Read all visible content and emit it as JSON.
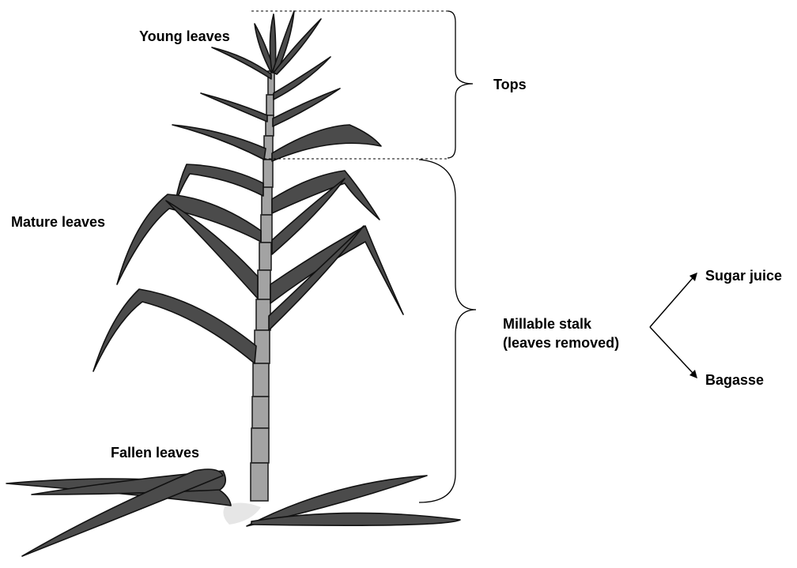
{
  "labels": {
    "young_leaves": "Young leaves",
    "mature_leaves": "Mature leaves",
    "fallen_leaves": "Fallen leaves",
    "tops": "Tops",
    "millable_stalk_line1": "Millable stalk",
    "millable_stalk_line2": "(leaves removed)",
    "sugar_juice": "Sugar juice",
    "bagasse": "Bagasse"
  },
  "colors": {
    "leaf": "#4b4b4b",
    "stalk": "#a3a3a3",
    "outline": "#111111",
    "text": "#000000"
  }
}
